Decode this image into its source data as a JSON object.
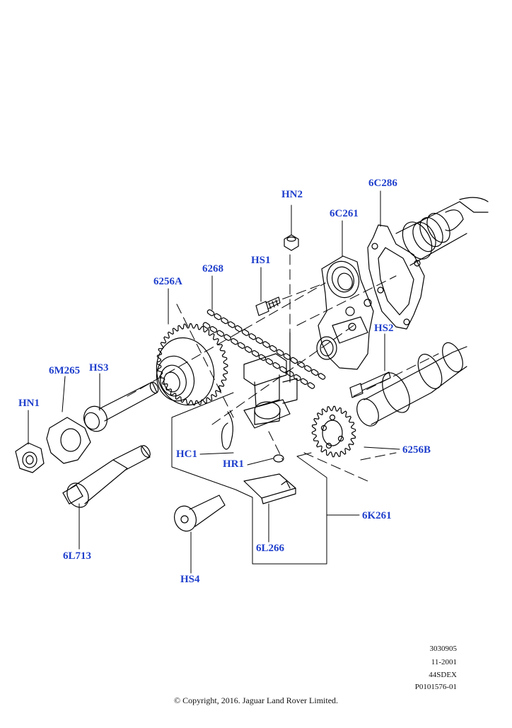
{
  "diagram": {
    "callouts": {
      "hn2": "HN2",
      "c286": "6C286",
      "c261": "6C261",
      "hs1": "HS1",
      "p6268": "6268",
      "p6256a": "6256A",
      "hs2": "HS2",
      "m265": "6M265",
      "hs3": "HS3",
      "hn1": "HN1",
      "hc1": "HC1",
      "hr1": "HR1",
      "p6256b": "6256B",
      "k261": "6K261",
      "l713": "6L713",
      "l266": "6L266",
      "hs4": "HS4"
    },
    "reference": {
      "number": "3030905",
      "date": "11-2001",
      "model": "44SDEX",
      "code": "P0101576-01"
    },
    "copyright": "© Copyright, 2016. Jaguar Land Rover Limited.",
    "colors": {
      "callout": "#1f3fcc",
      "line": "#000000"
    }
  }
}
